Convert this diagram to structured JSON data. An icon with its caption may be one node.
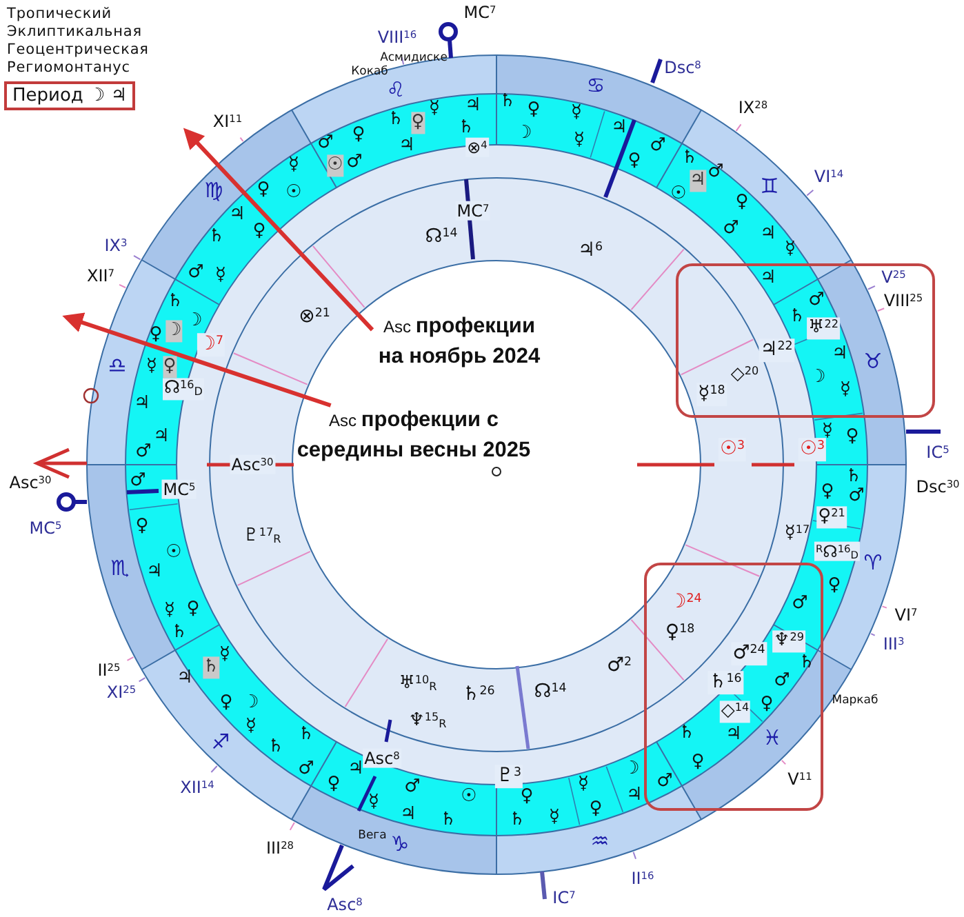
{
  "diagram": {
    "nodes": [
      {
        "text": [
          "Период ☽ ♃"
        ]
      },
      {
        "text": [
          "Asc **профекции на ноябрь 2024**"
        ]
      },
      {
        "text": [
          "Asc **профекции с середины весны 2025**"
        ]
      },
      {
        "text": [],
        "shape": "box"
      },
      {
        "text": [],
        "shape": "box"
      }
    ],
    "edges": [
      {
        "from": 1,
        "to": null,
        "arrow": "to"
      },
      {
        "from": 2,
        "to": null,
        "arrow": "to"
      }
    ],
    "labels": [
      "Тропический",
      "Эклиптикальная",
      "Геоцентрическая",
      "Региомонтанус",
      "MC$^{7}$",
      "VIII$^{16}$",
      "Асмидиске",
      "Dsc$^{8}$",
      "Кокаб",
      "♌",
      "♋",
      "IX$^{28}$",
      "XI$^{11}$",
      "VI$^{14}$",
      "♊",
      "♍",
      "IX$^{3}$",
      "XII$^{7}$",
      "V$^{25}$",
      "VIII$^{25}$",
      "♉",
      "♎",
      "IC$^{5}$",
      "Asc$^{30}$",
      "Dsc$^{30}$",
      "MC$^{5}$",
      "♈",
      "♏",
      "VI$^{7}$",
      "III$^{3}$",
      "II$^{25}$",
      "XI$^{25}$",
      "Маркаб",
      "♓",
      "♐",
      "V$^{11}$",
      "XII$^{14}$",
      "Вега",
      "♒",
      "♑",
      "III$^{28}$",
      "II$^{16}$",
      "IC$^{7}$",
      "Asc$^{8}$",
      "⊗$^{4}$",
      "MC$^{7}$",
      "☊$^{14}$",
      "♃$^{6}$",
      "⊗$^{21}$",
      "♅$^{22}$",
      "☽$^{7}$",
      "♃$^{22}$",
      "◇$^{20}$",
      "☊$^{16}$$_{D}$",
      "☿$^{18}$",
      "☉$^{3}$",
      "☉$^{3}$",
      "Asc$^{30}$",
      "MC$^{5}$",
      "♀$^{21}$",
      "♇$^{17}$$_{R}$",
      "☿$^{17}$",
      "$^{R}$☊$^{16}$$_{D}$",
      "☽$^{24}$",
      "♀$^{18}$",
      "♆$^{29}$",
      "♂$^{24}$",
      "♂$^{2}$",
      "♅$^{10}$$_{R}$",
      "♄$^{16}$",
      "☊$^{14}$",
      "♄$^{26}$",
      "◇$^{14}$",
      "♆$^{15}$$_{R}$",
      "Asc$^{8}$",
      "♇$^{3}$",
      "♄",
      "♃",
      "☿",
      "♀",
      "☿",
      "♄",
      "♀",
      "♃",
      "♄",
      "☽",
      "♀",
      "☿",
      "♂",
      "♃",
      "♂",
      "♄",
      "☉",
      "♀",
      "♂",
      "☿",
      "♂",
      "♃",
      "☉",
      "♀",
      "☉",
      "♀",
      "♃",
      "♂",
      "♀",
      "♃",
      "♄",
      "☿",
      "♂",
      "♃",
      "☿",
      "♂",
      "♄",
      "♄",
      "☽",
      "☽",
      "♀",
      "♃",
      "☿",
      "♀",
      "☽",
      "☿",
      "♃",
      "☿",
      "♃",
      "♀",
      "♂",
      "♄",
      "♂",
      "♀",
      "♂",
      "♀",
      "☉",
      "♃",
      "♀",
      "♂",
      "♀",
      "☿",
      "♄",
      "☿",
      "♄",
      "♄",
      "♃",
      "♂",
      "♀",
      "☽",
      "♀",
      "☿",
      "♄",
      "♃",
      "♄",
      "♄",
      "♀",
      "☽",
      "♃",
      "♂",
      "♂",
      "☿",
      "♀",
      "♂",
      "♃",
      "☉",
      "♀",
      "☿",
      "♀",
      "♃",
      "☿",
      "♄",
      "♄"
    ]
  }
}
